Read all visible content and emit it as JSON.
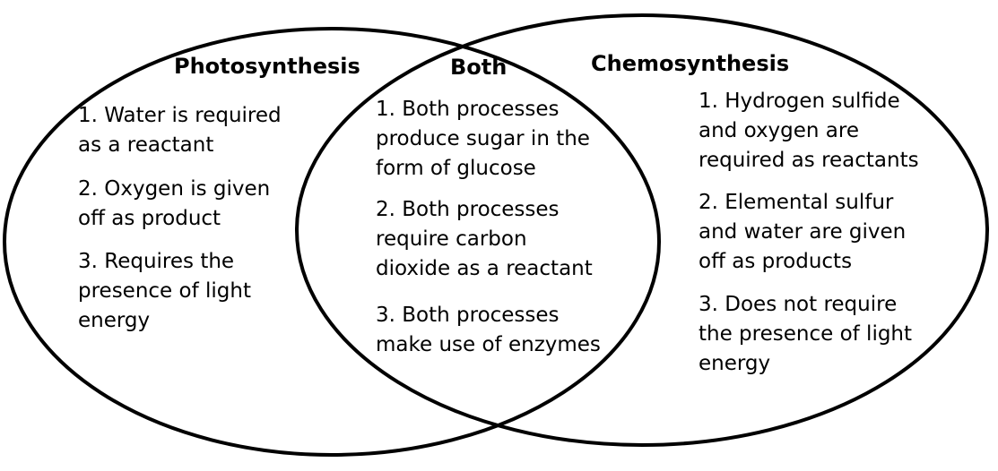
{
  "photosynthesis": {
    "title": "Photosynthesis",
    "items": [
      "1. Water is required\nas a reactant",
      "2. Oxygen is given\noff as product",
      "3. Requires the\npresence of light\nenergy"
    ]
  },
  "both": {
    "title": "Both",
    "items": [
      "1. Both processes\nproduce sugar in the\nform of glucose",
      "2. Both processes\nrequire carbon\ndioxide as a reactant",
      "3. Both processes\nmake use of enzymes"
    ]
  },
  "chemosynthesis": {
    "title": "Chemosynthesis",
    "items": [
      "1. Hydrogen sulfide\nand oxygen are\nrequired as reactants",
      "2. Elemental sulfur\nand water are given\noff as products",
      "3. Does not require\nthe presence of light\nenergy"
    ]
  },
  "colors": {
    "stroke": "#000000",
    "background": "#ffffff"
  }
}
